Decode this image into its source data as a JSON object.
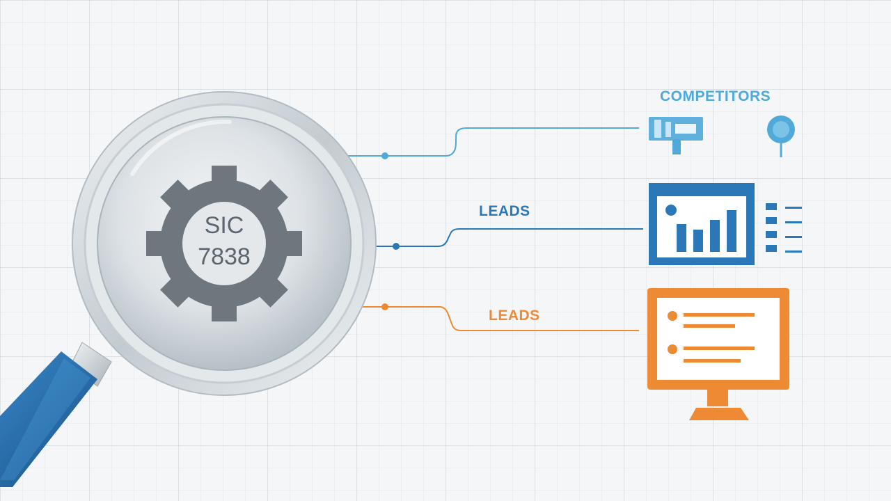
{
  "magnifier": {
    "code_line1": "SIC",
    "code_line2": "7838"
  },
  "branches": [
    {
      "label": "COMPETITORS",
      "color": "#4fa9d9",
      "icon": "competitors-icons"
    },
    {
      "label": "LEADS",
      "color": "#2a78b8",
      "icon": "bar-chart-dashboard-icon"
    },
    {
      "label": "LEADS",
      "color": "#ee8a34",
      "icon": "monitor-list-icon"
    }
  ],
  "colors": {
    "handle": "#1f6fb0",
    "gear": "#6e767e",
    "lens_rim": "#c9d0d6",
    "accent_blue": "#2a78b8",
    "accent_light_blue": "#4fa9d9",
    "accent_orange": "#ee8a34"
  }
}
